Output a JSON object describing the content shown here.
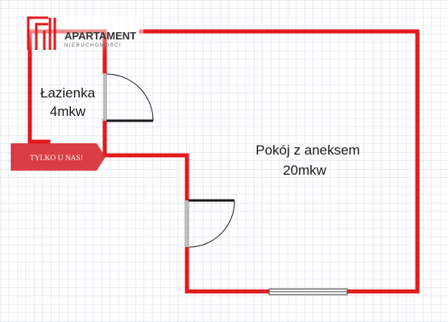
{
  "logo": {
    "name": "APARTAMENT",
    "subtitle": "NIERUCHOMOŚCI"
  },
  "badge": {
    "text": "TYLKO U NAS!"
  },
  "rooms": [
    {
      "name": "Łazienka",
      "area": "4mkw"
    },
    {
      "name": "Pokój z aneksem",
      "area": "20mkw"
    }
  ],
  "colors": {
    "wall": "#e3191b",
    "grid": "#c9cfe2",
    "badge": "#d9333a",
    "door": "#bdbdbd"
  }
}
